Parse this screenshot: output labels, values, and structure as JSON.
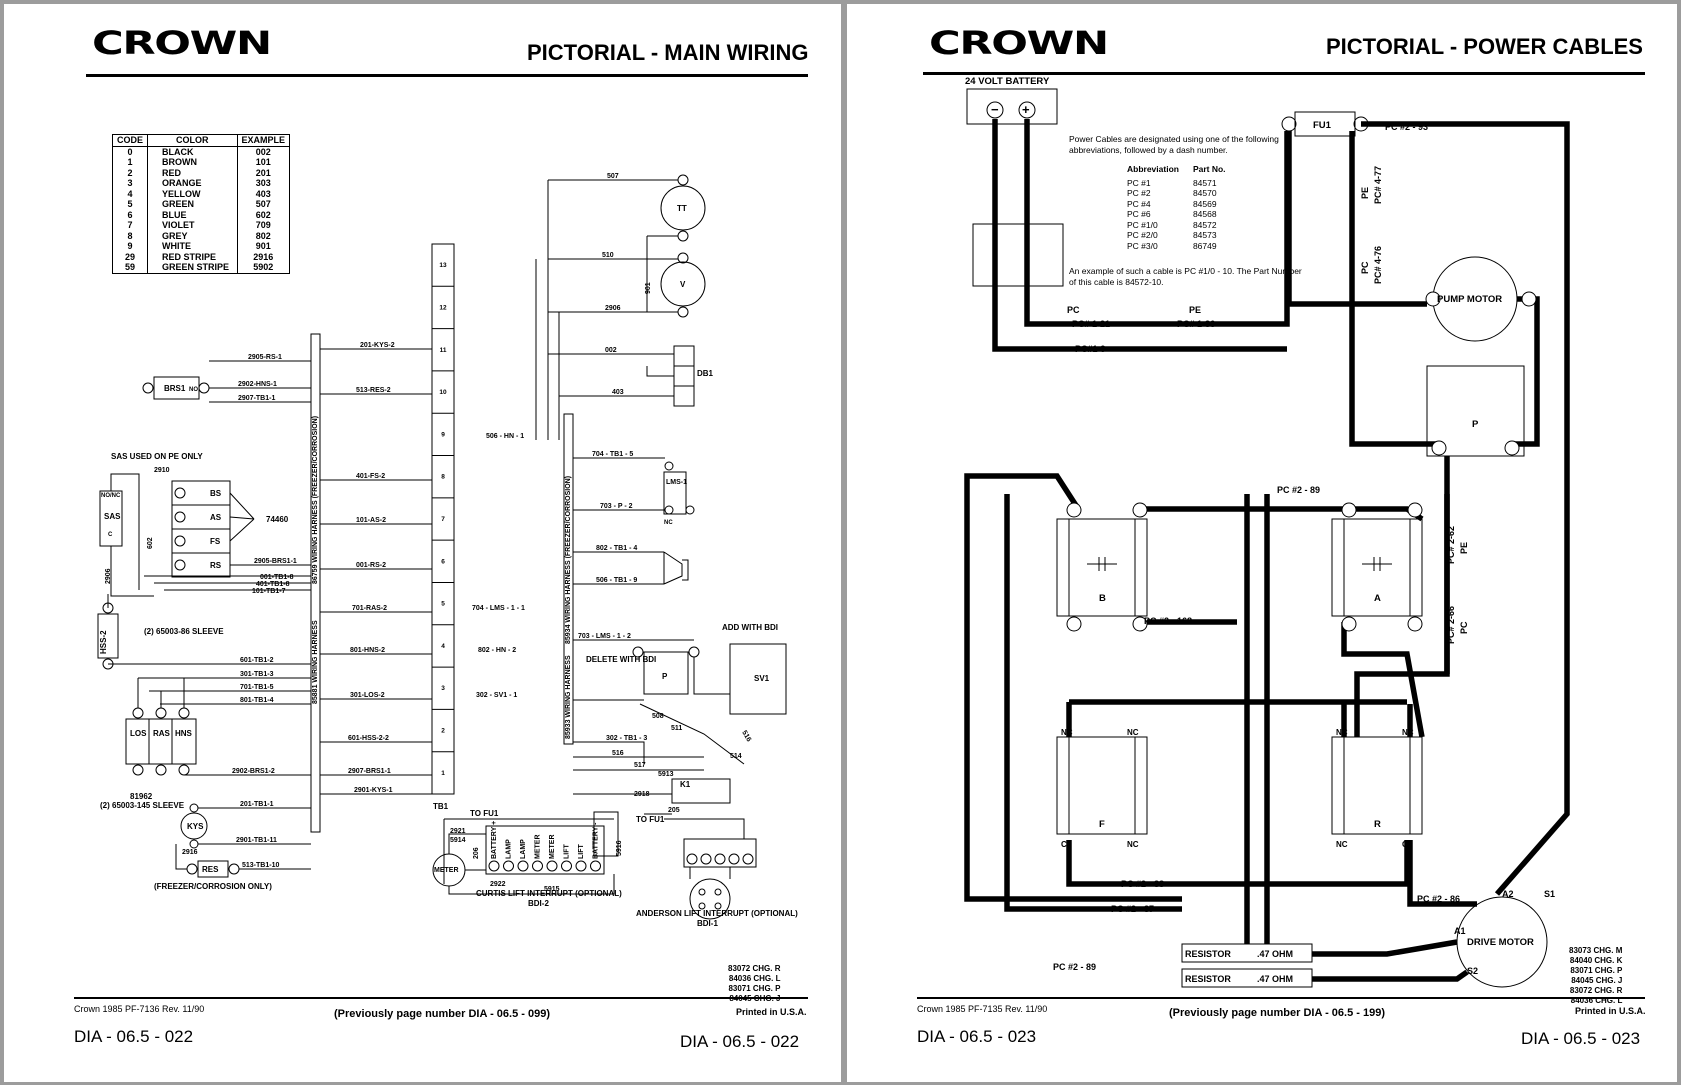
{
  "left": {
    "brand": "CROWN",
    "title": "PICTORIAL - MAIN WIRING",
    "code_table": {
      "headers": [
        "CODE",
        "COLOR",
        "EXAMPLE"
      ],
      "rows": [
        [
          "0",
          "BLACK",
          "002"
        ],
        [
          "1",
          "BROWN",
          "101"
        ],
        [
          "2",
          "RED",
          "201"
        ],
        [
          "3",
          "ORANGE",
          "303"
        ],
        [
          "4",
          "YELLOW",
          "403"
        ],
        [
          "5",
          "GREEN",
          "507"
        ],
        [
          "6",
          "BLUE",
          "602"
        ],
        [
          "7",
          "VIOLET",
          "709"
        ],
        [
          "8",
          "GREY",
          "802"
        ],
        [
          "9",
          "WHITE",
          "901"
        ],
        [
          "29",
          "RED STRIPE",
          "2916"
        ],
        [
          "59",
          "GREEN STRIPE",
          "5902"
        ]
      ]
    },
    "labels": {
      "sas_used": "SAS USED ON PE ONLY",
      "brs1": "BRS1",
      "no": "NO",
      "norc": "NO/NC",
      "sas": "SAS",
      "c": "C",
      "bs": "BS",
      "as": "AS",
      "fs": "FS",
      "rs": "RS",
      "n74460": "74460",
      "hss2": "HSS-2",
      "sleeve1": "(2) 65003-86 SLEEVE",
      "los": "LOS",
      "ras": "RAS",
      "hns": "HNS",
      "n81962": "81962",
      "sleeve2": "(2) 65003-145 SLEEVE",
      "kys": "KYS",
      "res": "RES",
      "freezer": "(FREEZER/CORROSION ONLY)",
      "harness1": "86759 WIRING HARNESS (FREEZER/CORROSION)",
      "harness2": "85881 WIRING HARNESS",
      "harness3": "85934 WIRING HARNESS (FREEZER/CORROSION)",
      "harness4": "85933 WIRING HARNESS",
      "tb1": "TB1",
      "tt": "TT",
      "v": "V",
      "db1": "DB1",
      "lms1": "LMS-1",
      "nc": "NC",
      "p": "P",
      "sv1": "SV1",
      "k1": "K1",
      "delete_bdi": "DELETE WITH BDI",
      "add_bdi": "ADD WITH BDI",
      "to_fu1a": "TO FU1",
      "to_fu1b": "TO FU1",
      "meter": "METER",
      "bdi2_cols": [
        "BATTERY +",
        "LAMP",
        "LAMP",
        "METER",
        "METER",
        "LIFT",
        "LIFT",
        "BATTERY -"
      ],
      "curtis": "CURTIS LIFT INTERRUPT (OPTIONAL)",
      "bdi2": "BDI-2",
      "anderson": "ANDERSON LIFT INTERRUPT (OPTIONAL)",
      "bdi1": "BDI-1"
    },
    "wires": {
      "w1": "2905-RS-1",
      "w2": "2902-HNS-1",
      "w3": "2907-TB1-1",
      "w4": "201-KYS-2",
      "w5": "513-RES-2",
      "w6": "2910",
      "w7": "401-FS-2",
      "w8": "101-AS-2",
      "w9": "001-RS-2",
      "w10": "2905-BRS1-1",
      "w11": "001-TB1-8",
      "w12": "401-TB1-8",
      "w13": "101-TB1-7",
      "w14": "602",
      "w15": "2906",
      "w16": "701-RAS-2",
      "w17": "801-HNS-2",
      "w18": "601-TB1-2",
      "w19": "301-TB1-3",
      "w20": "701-TB1-5",
      "w21": "801-TB1-4",
      "w22": "301-LOS-2",
      "w23": "601-HSS-2-2",
      "w24": "2902-BRS1-2",
      "w25": "2907-BRS1-1",
      "w26": "2901-KYS-1",
      "w27": "201-TB1-1",
      "w28": "2901-TB1-11",
      "w29": "2916",
      "w30": "513-TB1-10",
      "w31": "507",
      "w32": "510",
      "w33": "901",
      "w34": "2906",
      "w35": "002",
      "w36": "403",
      "w37": "506 - HN - 1",
      "w38": "704 - TB1 - 5",
      "w39": "703 - P - 2",
      "w40": "802 - TB1 - 4",
      "w41": "506 - TB1 - 9",
      "w42": "704 - LMS - 1 - 1",
      "w43": "802 - HN - 2",
      "w44": "302 - SV1 - 1",
      "w45": "703 - LMS - 1 - 2",
      "w46": "508",
      "w47": "511",
      "w48": "516",
      "w49": "514",
      "w50": "302 - TB1 - 3",
      "w51": "516",
      "w52": "517",
      "w53": "5913",
      "w54": "2918",
      "w55": "205",
      "w56": "2921",
      "w57": "5914",
      "w58": "206",
      "w59": "2922",
      "w60": "5915",
      "w61": "5916"
    },
    "tb_terminals": [
      "13",
      "12",
      "11",
      "10",
      "9",
      "8",
      "7",
      "6",
      "5",
      "4",
      "3",
      "2",
      "1"
    ],
    "changes": [
      "83072 CHG. R",
      "84036 CHG. L",
      "83071 CHG. P",
      "84045 CHG. J"
    ],
    "footer_left": "Crown 1985 PF-7136 Rev. 11/90",
    "footer_center": "(Previously page number DIA - 06.5 - 099)",
    "footer_right": "Printed in U.S.A.",
    "dia_left": "DIA - 06.5 - 022",
    "dia_right": "DIA - 06.5 - 022"
  },
  "right": {
    "brand": "CROWN",
    "title": "PICTORIAL - POWER CABLES",
    "battery": "24 VOLT BATTERY",
    "fu1": "FU1",
    "note1": "Power Cables are designated using one of the following abbreviations, followed by a dash number.",
    "abbr_headers": [
      "Abbreviation",
      "Part No."
    ],
    "abbr_rows": [
      [
        "PC #1",
        "84571"
      ],
      [
        "PC #2",
        "84570"
      ],
      [
        "PC #4",
        "84569"
      ],
      [
        "PC #6",
        "84568"
      ],
      [
        "PC #1/0",
        "84572"
      ],
      [
        "PC #2/0",
        "84573"
      ],
      [
        "PC #3/0",
        "86749"
      ]
    ],
    "note2": "An example of such a cable is PC #1/0 - 10. The Part Number of this cable is 84572-10.",
    "cables": {
      "c1": "PC #2 - 93",
      "c2": "PC# 4-77",
      "c3": "PC# 4-76",
      "c4": "PC# 1-21",
      "c5": "PC# 1-36",
      "c6": "PC#1-9",
      "c7": "PC #2 - 89",
      "c8": "PC #2 - 168",
      "c9": "PC# 2-62",
      "c10": "PC# 2-66",
      "c11": "PC #2 - 88",
      "c12": "PC #2 - 87",
      "c13": "PC #2 - 86",
      "c14": "PC #2 - 89"
    },
    "tags": {
      "pc": "PC",
      "pe": "PE"
    },
    "pump_motor": "PUMP MOTOR",
    "p": "P",
    "b": "B",
    "a": "A",
    "f": "F",
    "r": "R",
    "nc": "NC",
    "c": "C",
    "drive_motor": "DRIVE MOTOR",
    "a1": "A1",
    "a2": "A2",
    "s1": "S1",
    "s2": "S2",
    "resistor": "RESISTOR",
    "ohm": ".47 OHM",
    "changes": [
      "83073 CHG. M",
      "84040 CHG. K",
      "83071 CHG. P",
      "84045 CHG. J",
      "83072 CHG. R",
      "84036 CHG. L"
    ],
    "footer_left": "Crown 1985 PF-7135 Rev. 11/90",
    "footer_center": "(Previously page number DIA - 06.5 - 199)",
    "footer_right": "Printed in U.S.A.",
    "dia_left": "DIA - 06.5 - 023",
    "dia_right": "DIA - 06.5 - 023"
  }
}
